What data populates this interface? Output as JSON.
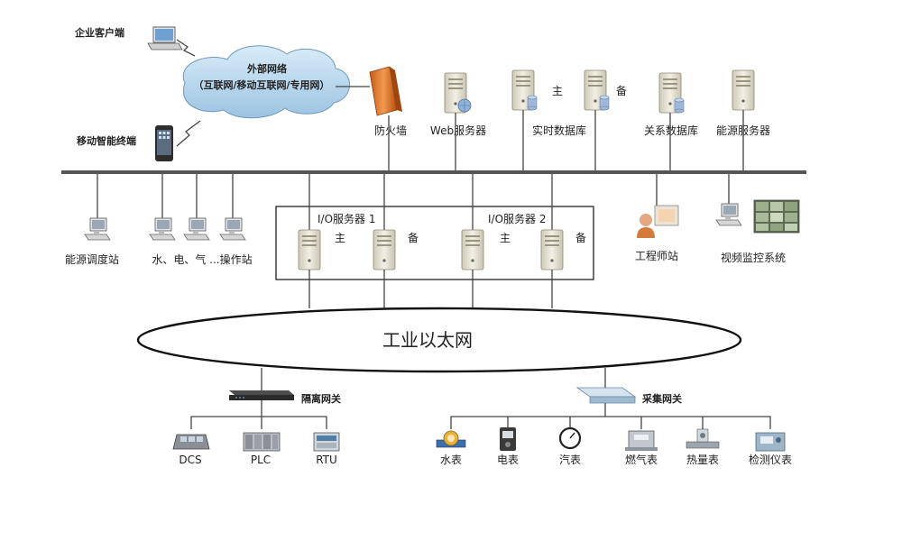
{
  "top": {
    "enterprise_client": "企业客户端",
    "mobile_terminal": "移动智能终端",
    "external_network": {
      "title": "外部网络",
      "subtitle": "（互联网/移动互联网/专用网）"
    },
    "firewall": "防火墙",
    "web_server": "Web服务器",
    "realtime_db": "实时数据库",
    "primary_mark": "主",
    "backup_mark": "备",
    "relational_db": "关系数据库",
    "energy_server": "能源服务器"
  },
  "middle": {
    "energy_dispatch": "能源调度站",
    "operator_stations": "水、电、气 ...操作站",
    "io_server_1": "I/O服务器 1",
    "io_server_2": "I/O服务器 2",
    "primary_mark": "主",
    "backup_mark": "备",
    "engineer_station": "工程师站",
    "video_monitoring": "视频监控系统"
  },
  "ethernet": "工业以太网",
  "bottom": {
    "isolation_gateway": "隔离网关",
    "collection_gateway": "采集网关",
    "left_devices": [
      "DCS",
      "PLC",
      "RTU"
    ],
    "right_devices": [
      "水表",
      "电表",
      "汽表",
      "燃气表",
      "热量表",
      "检测仪表"
    ]
  },
  "colors": {
    "cloud": "#bcd9ee",
    "firewall": "#e8792a",
    "server_body": "#e7e3d4",
    "db_cylinder": "#9fb8d8",
    "line": "#444444"
  }
}
